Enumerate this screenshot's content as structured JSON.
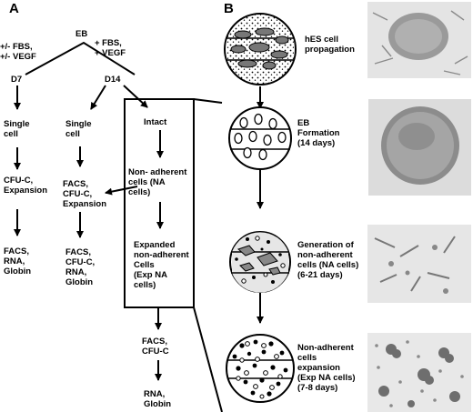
{
  "panel_a": {
    "letter": "A",
    "eb": "EB",
    "cond_left": "+/- FBS,\n+/- VEGF",
    "cond_right": "+ FBS,\n+ VEGF",
    "d7": "D7",
    "d14": "D14",
    "col1": [
      "Single\ncell",
      "CFU-C,\nExpansion",
      "FACS,\nRNA,\nGlobin"
    ],
    "col2": [
      "Single\ncell",
      "FACS,\nCFU-C,\nExpansion",
      "FACS,\nCFU-C,\nRNA,\nGlobin"
    ],
    "col3": [
      "Intact",
      "Non- adherent\ncells (NA\ncells)",
      "Expanded\nnon-adherent\nCells\n(Exp NA\ncells)",
      "FACS,\nCFU-C",
      "RNA,\nGlobin"
    ]
  },
  "panel_b": {
    "letter": "B",
    "steps": [
      {
        "label": "hES cell\npropagation",
        "icon": "colony-plate-icon"
      },
      {
        "label": "EB\nFormation\n(14 days)",
        "icon": "eb-plate-icon"
      },
      {
        "label": "Generation of\nnon-adherent\ncells (NA cells)\n(6-21 days)",
        "icon": "na-plate-icon"
      },
      {
        "label": "Non-adherent\ncells\nexpansion\n(Exp NA cells)\n(7-8 days)",
        "icon": "exp-plate-icon"
      }
    ],
    "photos": [
      "hes-colony-photo",
      "eb-photo",
      "na-cells-photo",
      "exp-na-cells-photo"
    ]
  }
}
